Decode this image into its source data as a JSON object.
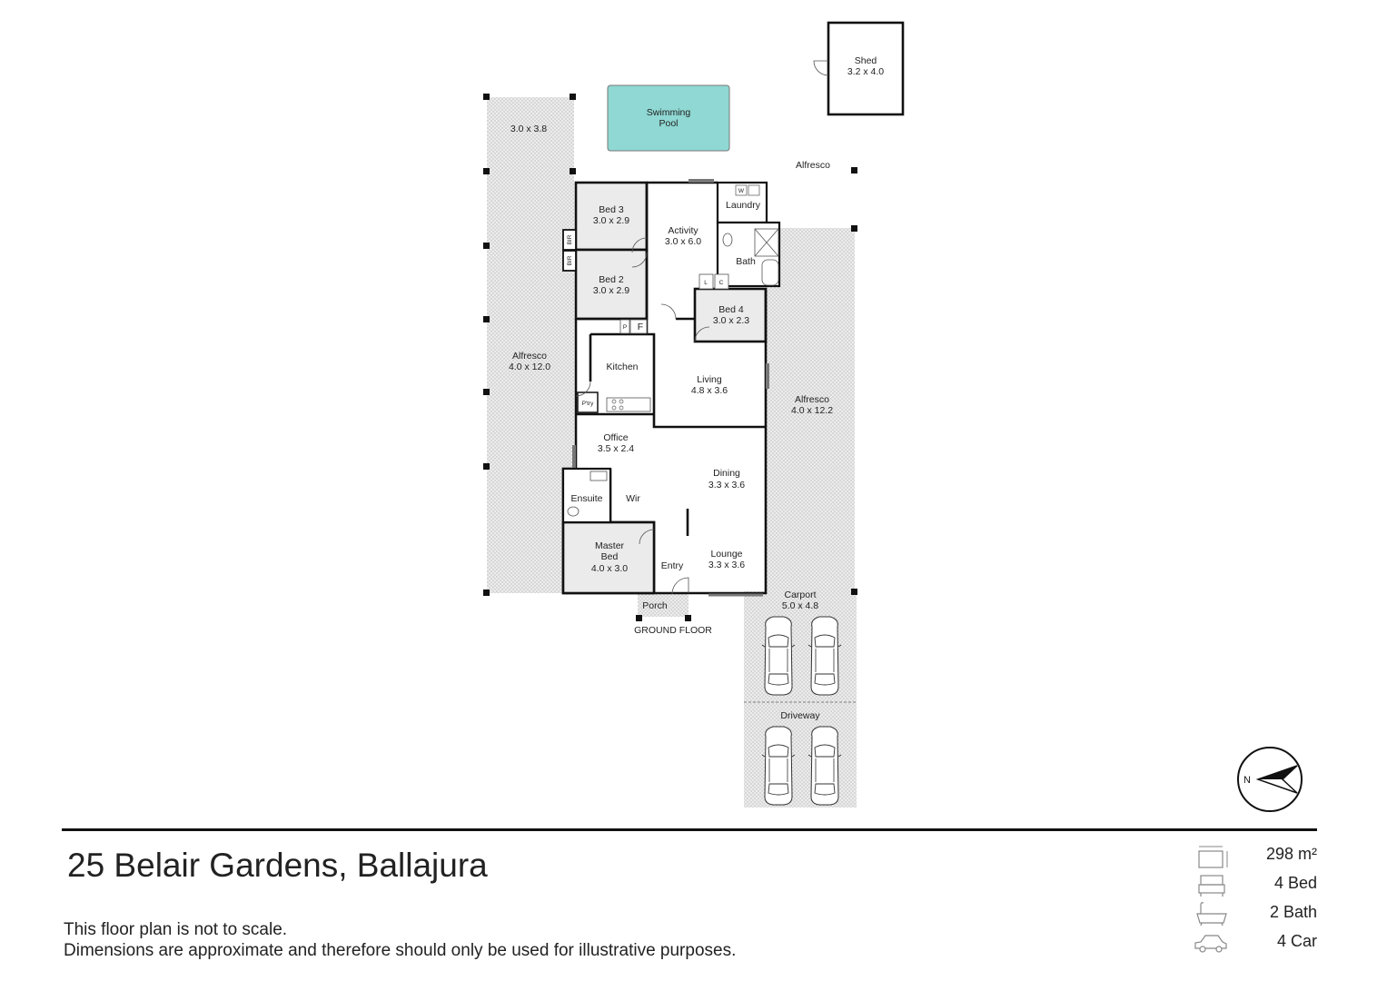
{
  "rooms": {
    "shed": {
      "name": "Shed",
      "dims": "3.2 x 4.0"
    },
    "pool": {
      "name_line1": "Swimming",
      "name_line2": "Pool"
    },
    "covered_area": {
      "dims": "3.0 x 3.8"
    },
    "alfresco_top": {
      "name": "Alfresco"
    },
    "alfresco_west": {
      "name": "Alfresco",
      "dims": "4.0 x 12.0"
    },
    "alfresco_east": {
      "name": "Alfresco",
      "dims": "4.0 x 12.2"
    },
    "bed3": {
      "name": "Bed 3",
      "dims": "3.0 x 2.9"
    },
    "bed2": {
      "name": "Bed 2",
      "dims": "3.0 x 2.9"
    },
    "bed4": {
      "name": "Bed 4",
      "dims": "3.0 x 2.3"
    },
    "activity": {
      "name": "Activity",
      "dims": "3.0 x 6.0"
    },
    "laundry": {
      "name": "Laundry"
    },
    "bath": {
      "name": "Bath"
    },
    "kitchen": {
      "name": "Kitchen"
    },
    "living": {
      "name": "Living",
      "dims": "4.8 x 3.6"
    },
    "office": {
      "name": "Office",
      "dims": "3.5 x 2.4"
    },
    "dining": {
      "name": "Dining",
      "dims": "3.3 x 3.6"
    },
    "lounge": {
      "name": "Lounge",
      "dims": "3.3 x 3.6"
    },
    "ensuite": {
      "name": "Ensuite"
    },
    "wir": {
      "name": "Wir"
    },
    "master": {
      "name_line1": "Master",
      "name_line2": "Bed",
      "dims": "4.0 x 3.0"
    },
    "entry": {
      "name": "Entry"
    },
    "porch": {
      "name": "Porch"
    },
    "carport": {
      "name": "Carport",
      "dims": "5.0 x 4.8"
    },
    "driveway": {
      "name": "Driveway"
    },
    "pantry": {
      "name": "P'try"
    },
    "fridge": {
      "name": "F"
    },
    "p_small": {
      "name": "P"
    },
    "bir_upper": {
      "name": "BIR"
    },
    "bir_lower": {
      "name": "BIR"
    },
    "linen": {
      "name": "L"
    },
    "cupboard": {
      "name": "C"
    },
    "washer": {
      "name": "W"
    }
  },
  "floor_label": "GROUND FLOOR",
  "compass": {
    "letter": "N"
  },
  "address": "25 Belair Gardens, Ballajura",
  "disclaimer": {
    "line1": "This floor plan is not to scale.",
    "line2": "Dimensions are approximate and therefore should only be used for illustrative purposes."
  },
  "stats": {
    "area": "298 m²",
    "beds": "4 Bed",
    "baths": "2 Bath",
    "cars": "4 Car"
  },
  "colors": {
    "pool": "#8fd8d3",
    "interior_grey": "#ebebeb",
    "paving": "#e4e4e4",
    "walls": "#111111"
  }
}
